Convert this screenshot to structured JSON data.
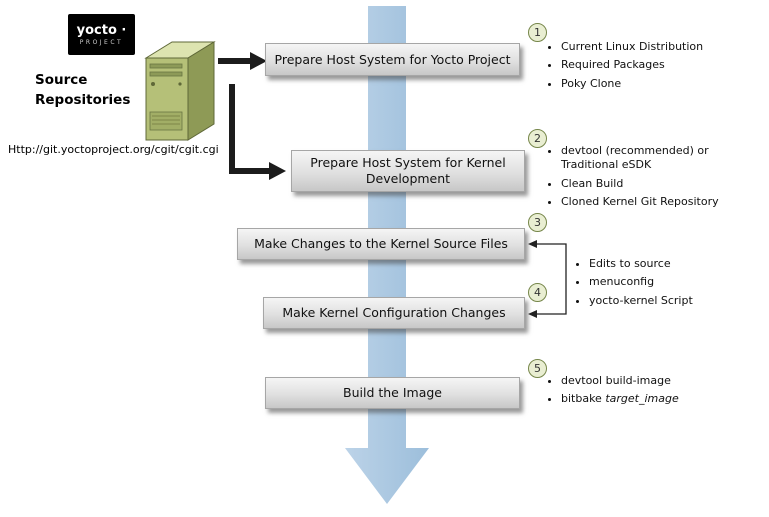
{
  "logo": {
    "title": "yocto ·",
    "subtitle": "PROJECT"
  },
  "source": {
    "label": "Source Repositories",
    "url": "Http://git.yoctoproject.org/cgit/cgit.cgi"
  },
  "steps": [
    {
      "num": "1",
      "label": "Prepare Host System for Yocto Project",
      "bullets": [
        "Current Linux Distribution",
        "Required Packages",
        "Poky Clone"
      ]
    },
    {
      "num": "2",
      "label": "Prepare Host System for Kernel Development",
      "bullets": [
        "devtool (recommended) or Traditional eSDK",
        "Clean Build",
        "Cloned Kernel Git Repository"
      ]
    },
    {
      "num": "3",
      "label": "Make Changes to the Kernel Source Files",
      "bullets": []
    },
    {
      "num": "4",
      "label": "Make Kernel Configuration Changes",
      "bullets": []
    },
    {
      "num": "5",
      "label": "Build the Image",
      "bullets": [
        "devtool build-image"
      ],
      "bullet_italic_prefix": "bitbake",
      "bullet_italic_text": "target_image"
    }
  ],
  "shared_bullets": {
    "items": [
      "Edits to source",
      "menuconfig",
      "yocto-kernel Script"
    ]
  },
  "colors": {
    "flow_arrow": "#a9c6e0",
    "black_arrow": "#1c1c1c",
    "box_fill_top": "#f5f5f5",
    "box_fill_bottom": "#c7c7c7",
    "circle_fill": "#e9eed2",
    "circle_border": "#76864a",
    "server_green": "#b5c078"
  }
}
